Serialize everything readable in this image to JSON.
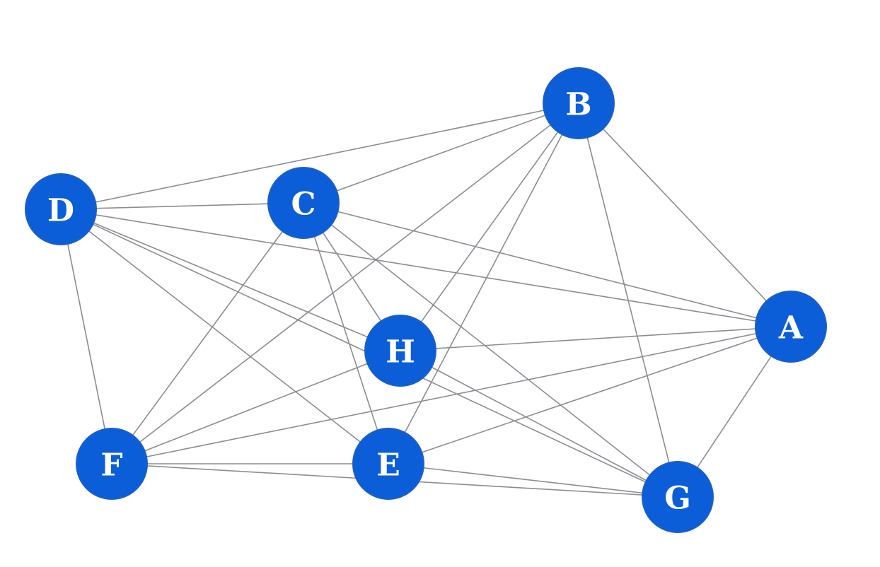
{
  "graph": {
    "node_color": "#0b5ed7",
    "label_color": "#ffffff",
    "edge_color": "#8a8d92",
    "nodes": [
      {
        "id": "A",
        "label": "A"
      },
      {
        "id": "B",
        "label": "B"
      },
      {
        "id": "C",
        "label": "C"
      },
      {
        "id": "D",
        "label": "D"
      },
      {
        "id": "E",
        "label": "E"
      },
      {
        "id": "F",
        "label": "F"
      },
      {
        "id": "G",
        "label": "G"
      },
      {
        "id": "H",
        "label": "H"
      }
    ],
    "edges": [
      [
        "D",
        "B"
      ],
      [
        "D",
        "C"
      ],
      [
        "D",
        "A"
      ],
      [
        "D",
        "H"
      ],
      [
        "D",
        "E"
      ],
      [
        "D",
        "F"
      ],
      [
        "D",
        "G"
      ],
      [
        "C",
        "B"
      ],
      [
        "C",
        "A"
      ],
      [
        "C",
        "H"
      ],
      [
        "C",
        "E"
      ],
      [
        "C",
        "F"
      ],
      [
        "C",
        "G"
      ],
      [
        "B",
        "A"
      ],
      [
        "B",
        "H"
      ],
      [
        "B",
        "E"
      ],
      [
        "B",
        "F"
      ],
      [
        "B",
        "G"
      ],
      [
        "A",
        "H"
      ],
      [
        "A",
        "E"
      ],
      [
        "A",
        "F"
      ],
      [
        "A",
        "G"
      ],
      [
        "H",
        "F"
      ],
      [
        "H",
        "G"
      ],
      [
        "F",
        "E"
      ],
      [
        "F",
        "G"
      ],
      [
        "E",
        "G"
      ]
    ]
  }
}
